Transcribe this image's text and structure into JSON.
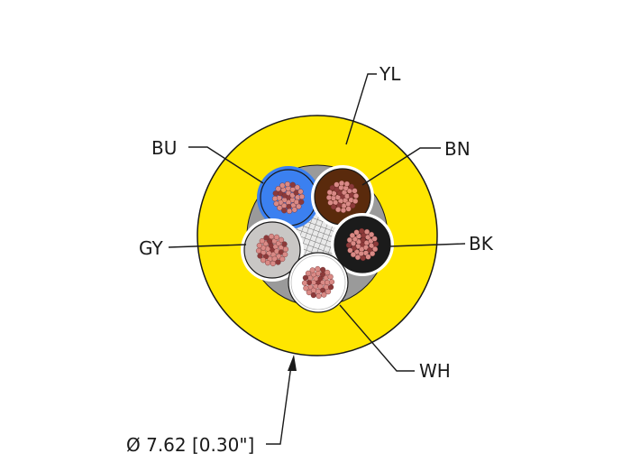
{
  "labels": {
    "yl": "YL",
    "bu": "BU",
    "bn": "BN",
    "gy": "GY",
    "bk": "BK",
    "wh": "WH",
    "diameter": "Ø 7.62 [0.30\"]"
  },
  "colors": {
    "jacket": "#ffe600",
    "blue": "#3b80f0",
    "brown": "#5a2a0c",
    "grey": "#c9c7c5",
    "black": "#1b1b1b",
    "white": "#ffffff",
    "copper": "#d98a86",
    "copper_dark": "#8c3a3a"
  },
  "icons": [
    "cable-cross-section",
    "arrow-head"
  ]
}
